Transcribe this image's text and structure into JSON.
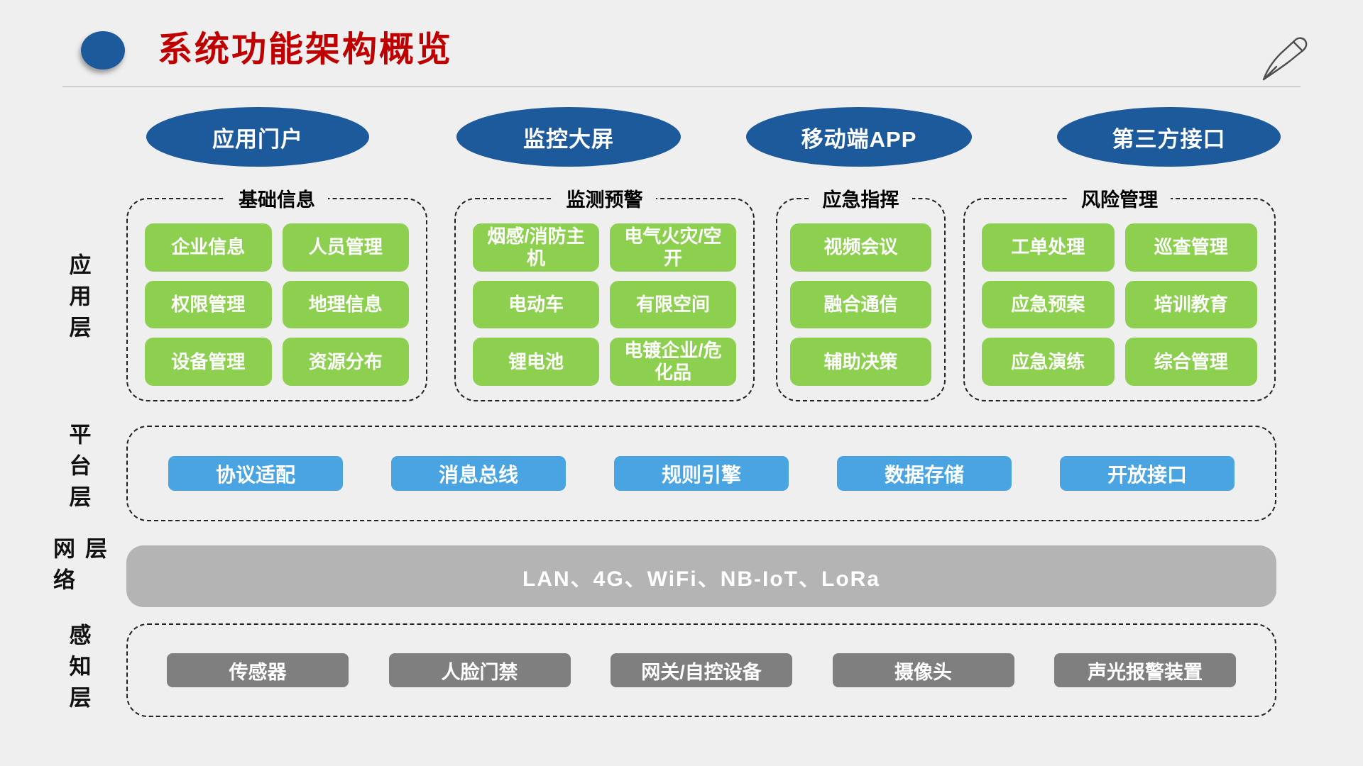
{
  "header": {
    "title": "系统功能架构概览",
    "bullet_icon": "circle-bullet-icon",
    "pen_icon": "pen-icon"
  },
  "portals": [
    "应用门户",
    "监控大屏",
    "移动端APP",
    "第三方接口"
  ],
  "layers": {
    "application": {
      "label": "应用层",
      "groups": [
        {
          "title": "基础信息",
          "items": [
            "企业信息",
            "人员管理",
            "权限管理",
            "地理信息",
            "设备管理",
            "资源分布"
          ]
        },
        {
          "title": "监测预警",
          "items": [
            "烟感/消防主机",
            "电气火灾/空开",
            "电动车",
            "有限空间",
            "锂电池",
            "电镀企业/危化品"
          ]
        },
        {
          "title": "应急指挥",
          "items": [
            "视频会议",
            "融合通信",
            "辅助决策"
          ]
        },
        {
          "title": "风险管理",
          "items": [
            "工单处理",
            "巡查管理",
            "应急预案",
            "培训教育",
            "应急演练",
            "综合管理"
          ]
        }
      ]
    },
    "platform": {
      "label": "平台层",
      "items": [
        "协议适配",
        "消息总线",
        "规则引擎",
        "数据存储",
        "开放接口"
      ]
    },
    "network": {
      "label": "网络层",
      "bar_text": "LAN、4G、WiFi、NB-IoT、LoRa"
    },
    "perception": {
      "label": "感知层",
      "items": [
        "传感器",
        "人脸门禁",
        "网关/自控设备",
        "摄像头",
        "声光报警装置"
      ]
    }
  },
  "colors": {
    "background": "#EFEFEF",
    "title_red": "#C00000",
    "portal_dark_blue": "#1C5A9C",
    "feature_green": "#8DD04F",
    "platform_blue": "#49A4E1",
    "network_gray": "#B4B4B4",
    "device_gray": "#7F7F7F"
  }
}
